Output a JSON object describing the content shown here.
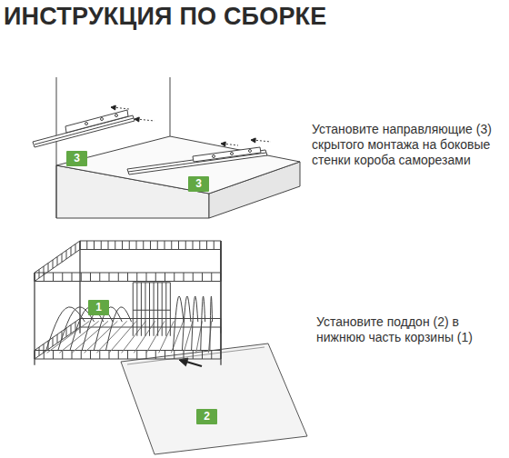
{
  "diagram": {
    "title": "ИНСТРУКЦИЯ ПО СБОРКЕ",
    "labels": [
      "3",
      "3",
      "Установите направляющие (3) скрытого монтажа на боковые стенки короба саморезами",
      "1",
      "Установите поддон (2) в нижнюю часть корзины (1)",
      "2"
    ]
  }
}
